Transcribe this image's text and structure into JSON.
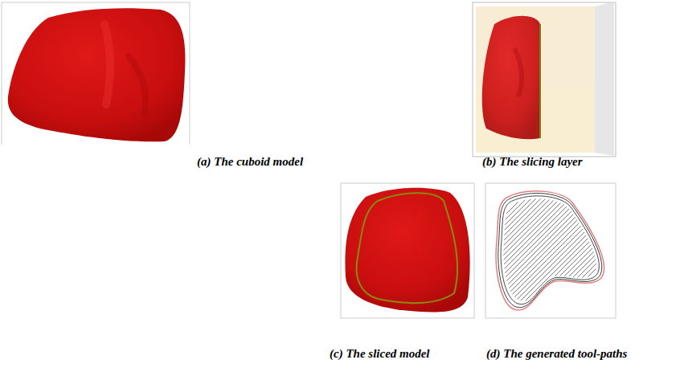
{
  "diagram": {
    "labels": [
      "(a) The cuboid model",
      "(b) The slicing layer",
      "(c) The sliced model",
      "(d) The generated tool-paths"
    ]
  }
}
